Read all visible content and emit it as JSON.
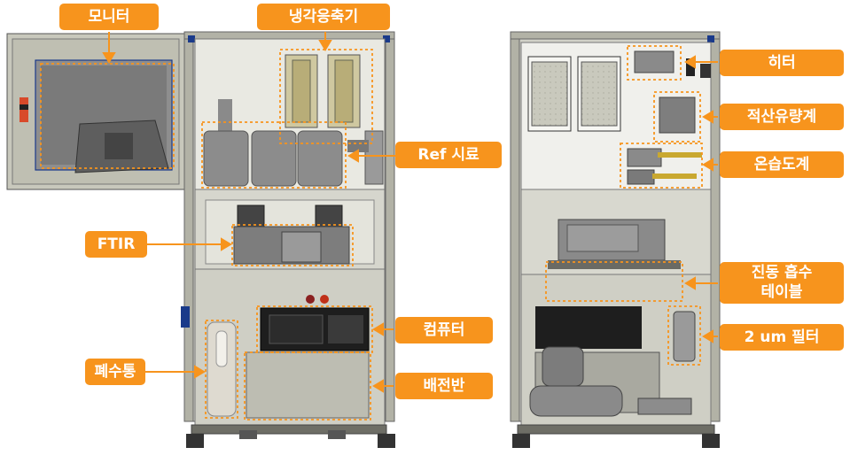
{
  "labels": {
    "monitor": "모니터",
    "condenser": "냉각응축기",
    "ref_sample": "Ref 시료",
    "ftir": "FTIR",
    "computer": "컴퓨터",
    "waste_tank": "폐수통",
    "switchboard": "배전반",
    "heater": "히터",
    "flow_meter": "적산유량계",
    "thermo_hygrometer": "온습도계",
    "vibration_table_line1": "진동 흡수",
    "vibration_table_line2": "테이블",
    "filter": "2 um 필터"
  },
  "colors": {
    "label_bg": "#f7941d",
    "highlight_dash": "#f7941d",
    "frame": "#b5b5a6",
    "panel": "#dcdcd4",
    "outline": "#1a3a8a"
  }
}
